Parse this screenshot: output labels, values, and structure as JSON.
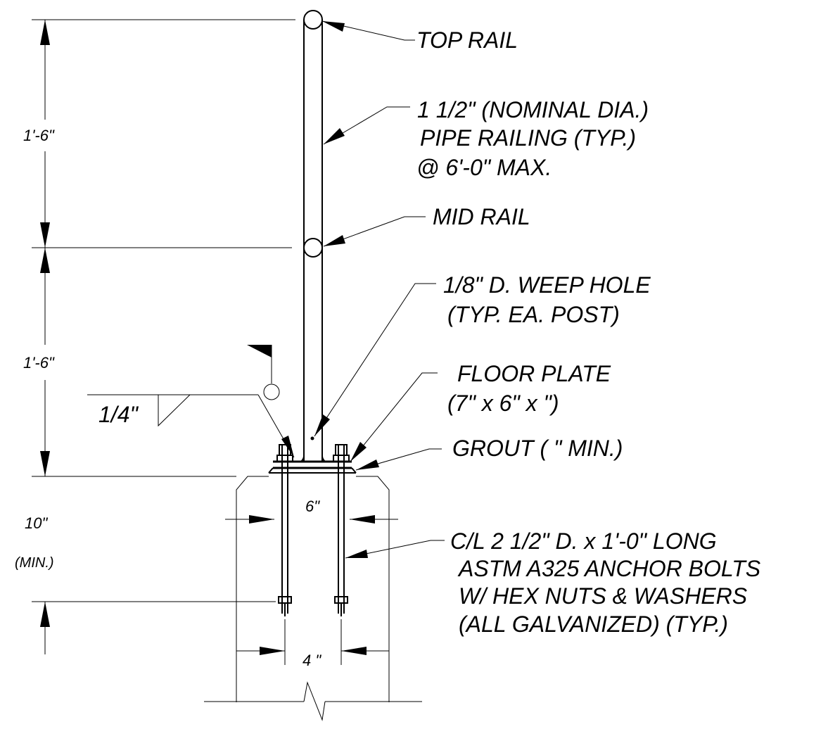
{
  "callouts": {
    "top_rail": "TOP RAIL",
    "pipe_railing_1": "1 1/2\" (NOMINAL DIA.)",
    "pipe_railing_2": "PIPE RAILING (TYP.)",
    "pipe_railing_3": "@ 6'-0\" MAX.",
    "mid_rail": "MID RAIL",
    "weep_hole_1": "1/8\" D. WEEP HOLE",
    "weep_hole_2": "(TYP. EA. POST)",
    "floor_plate_1": "FLOOR PLATE",
    "floor_plate_2": "(7\" x 6\" x  \")",
    "grout": "GROUT ( \" MIN.)",
    "anchor_1": "C/L 2 1/2\" D. x 1'-0\" LONG",
    "anchor_2": "ASTM A325 ANCHOR BOLTS",
    "anchor_3": "W/ HEX NUTS & WASHERS",
    "anchor_4": "(ALL GALVANIZED) (TYP.)"
  },
  "dimensions": {
    "upper_height": "1'-6\"",
    "lower_height": "1'-6\"",
    "embed_depth": "10\"",
    "embed_min": "(MIN.)",
    "edge_distance": "6\"",
    "bolt_spacing": "4 \""
  },
  "weld": {
    "size": "1/4\""
  }
}
